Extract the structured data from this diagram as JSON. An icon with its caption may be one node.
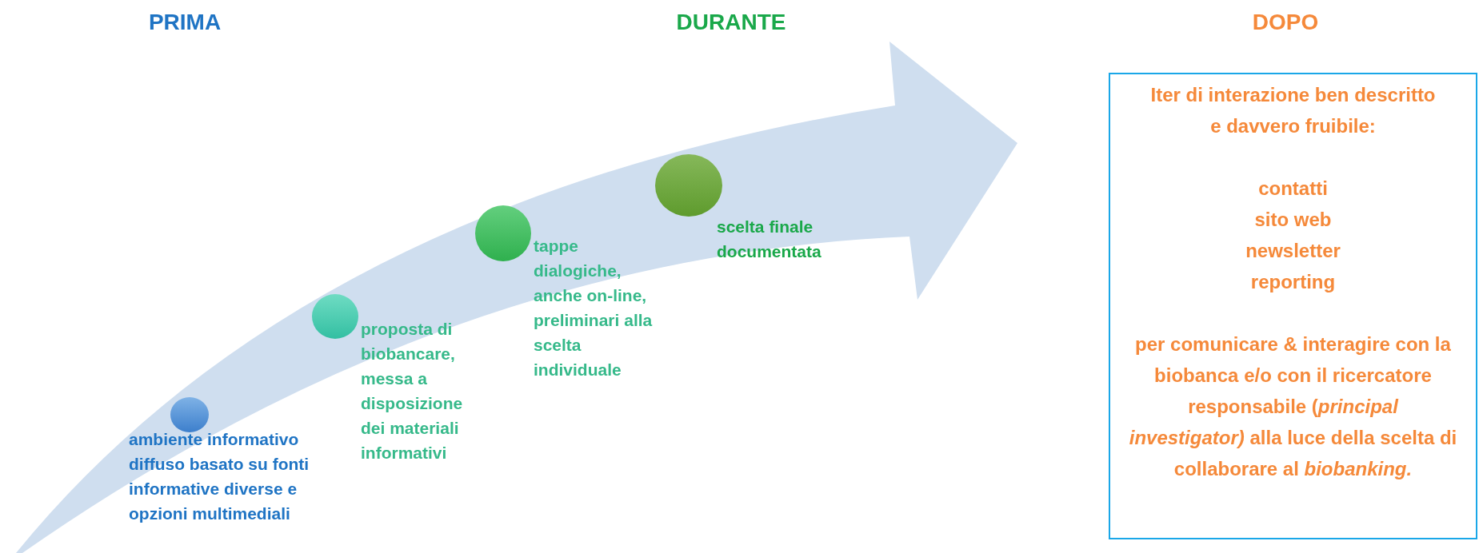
{
  "diagram": {
    "nodes": [
      {
        "text": [],
        "shape": "circle",
        "beside": [
          "ambiente informativo diffuso basato su fonti informative diverse e opzioni multimediali"
        ]
      },
      {
        "text": [],
        "shape": "circle",
        "beside": [
          "proposta di biobancare, messa a disposizione dei materiali informativi"
        ]
      },
      {
        "text": [],
        "shape": "circle",
        "beside": [
          "tappe dialogiche, anche on-line, preliminari alla scelta individuale"
        ]
      },
      {
        "text": [],
        "shape": "circle",
        "beside": [
          "scelta finale documentata"
        ]
      },
      {
        "text": [
          "Iter di interazione ben descritto e davvero fruibile:",
          "contatti",
          "sito web",
          "newsletter",
          "reporting",
          "per comunicare & interagire con la biobanca e/o con il ricercatore responsabile (*principal investigator)* alla luce della scelta di collaborare al *biobanking.*"
        ]
      }
    ],
    "labels": [
      "PRIMA",
      "DURANTE",
      "DOPO"
    ]
  }
}
